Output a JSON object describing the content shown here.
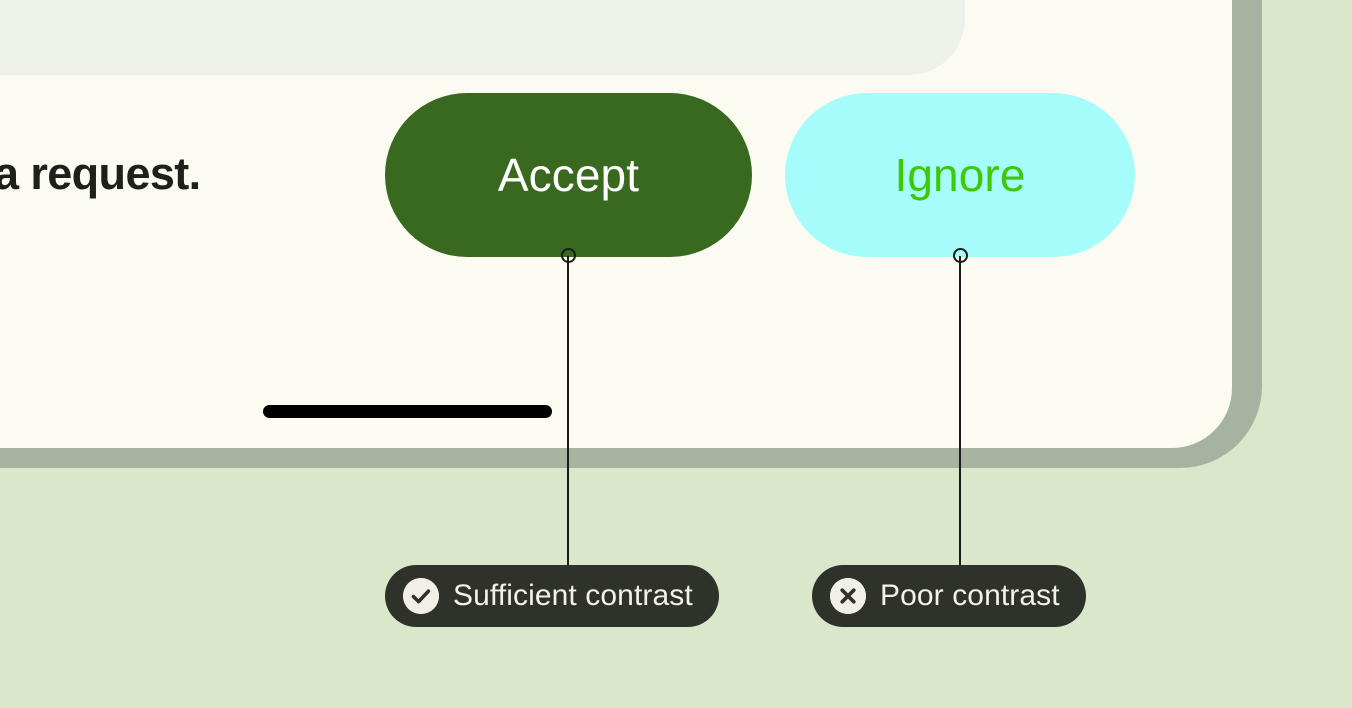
{
  "theme": {
    "page_background": "#dae7ca",
    "bezel": "#a6b3a1",
    "card_surface": "#fcfbf1",
    "panel_surface": "#eef1e9",
    "text_primary": "#1d211c",
    "accept_background": "#38691f",
    "accept_text": "#ffffff",
    "ignore_background": "#a5fcfa",
    "ignore_text": "#3fc806",
    "badge_background": "#2e322b",
    "badge_text": "#f3f1e8",
    "badge_icon_fill": "#f1efe6",
    "leader_line": "#191c18",
    "home_bar": "#000000"
  },
  "dialog": {
    "message": "a request.",
    "actions": {
      "accept_label": "Accept",
      "ignore_label": "Ignore"
    },
    "home_indicator": "home-indicator-bar"
  },
  "annotations": [
    {
      "id": "accept",
      "label": "Sufficient contrast",
      "icon": "check-circle-icon",
      "target": "accept-button"
    },
    {
      "id": "ignore",
      "label": "Poor contrast",
      "icon": "x-circle-icon",
      "target": "ignore-button"
    }
  ]
}
